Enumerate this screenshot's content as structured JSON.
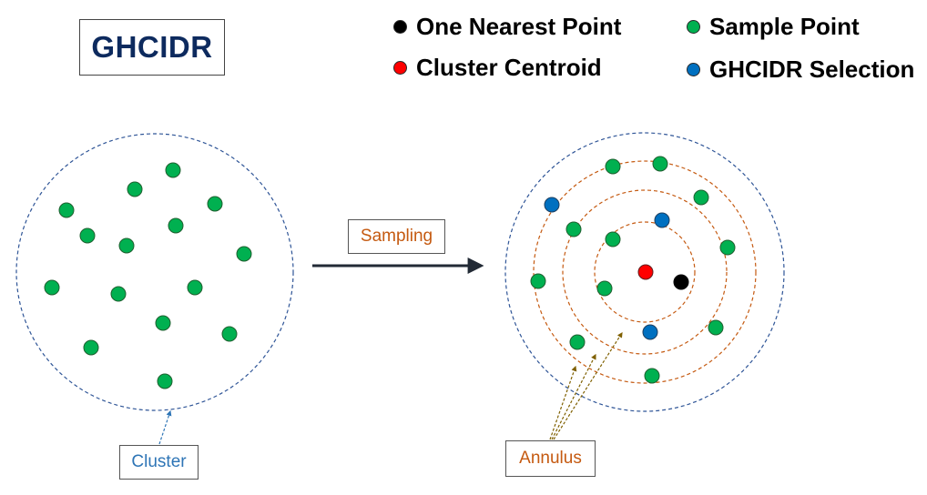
{
  "title": "GHCIDR",
  "legend": [
    {
      "label": "One Nearest Point",
      "color": "#000000"
    },
    {
      "label": "Cluster Centroid",
      "color": "#ff0000"
    },
    {
      "label": "Sample Point",
      "color": "#00b050"
    },
    {
      "label": "GHCIDR Selection",
      "color": "#0070c0"
    }
  ],
  "labels": {
    "sampling": "Sampling",
    "cluster": "Cluster",
    "annulus": "Annulus"
  },
  "colors": {
    "title": "#0d2a5e",
    "sampling_text": "#c55a11",
    "cluster_text": "#2e75b6",
    "annulus_text": "#c55a11",
    "cluster_outline": "#2f5597",
    "annulus_ring": "#c55a11",
    "annulus_arrow": "#7f6000",
    "cluster_arrow": "#2e75b6",
    "sampling_arrow": "#222a35"
  }
}
